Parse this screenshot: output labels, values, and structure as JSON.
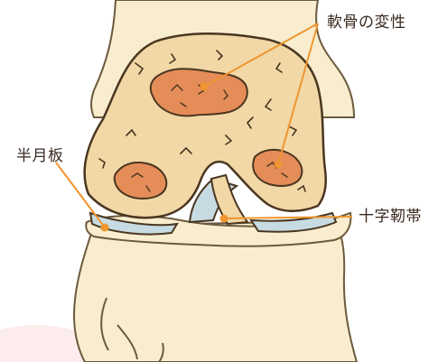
{
  "labels": {
    "cartilage_degeneration": "軟骨の変性",
    "meniscus": "半月板",
    "cruciate_ligament": "十字靭帯"
  },
  "colors": {
    "bone": "#f8eecf",
    "bone_outline": "#6b5a3c",
    "cartilage": "#f1d8a6",
    "cartilage_outline": "#4a3620",
    "lesion": "#e48d59",
    "lesion_outline": "#4a3620",
    "meniscus": "#c7dbe3",
    "leader_line": "#ef9630",
    "leader_dot": "#ef9630",
    "label_text": "#3a2a20"
  }
}
